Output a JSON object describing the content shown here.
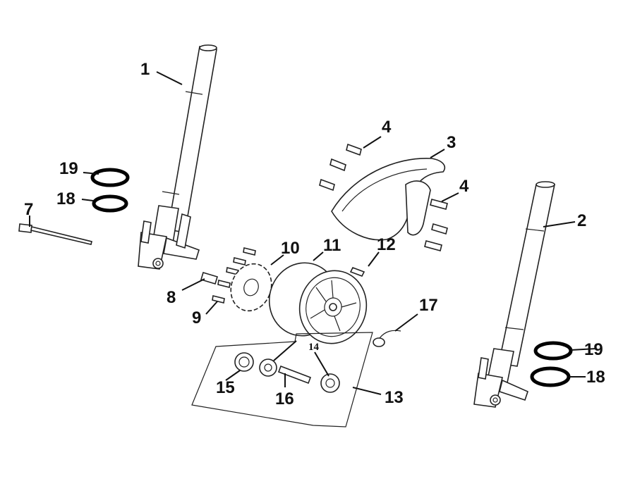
{
  "labels": {
    "p1": "1",
    "p2": "2",
    "p3": "3",
    "p4a": "4",
    "p4b": "4",
    "p7": "7",
    "p8": "8",
    "p9": "9",
    "p10": "10",
    "p11": "11",
    "p12": "12",
    "p13": "13",
    "p14": "14",
    "p15": "15",
    "p16": "16",
    "p17": "17",
    "p18a": "18",
    "p18b": "18",
    "p19a": "19",
    "p19b": "19"
  },
  "colors": {
    "ink": "#111111",
    "paper": "#ffffff"
  }
}
